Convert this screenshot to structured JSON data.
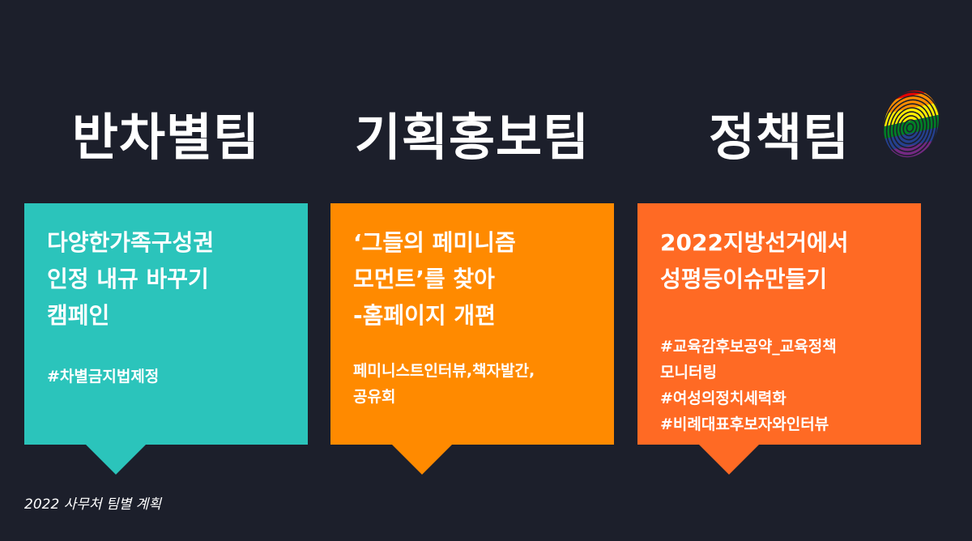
{
  "teams": [
    {
      "title": "반차별팀",
      "color": "#2bc4bb",
      "heading_lines": [
        "다양한가족구성권",
        "인정 내규 바꾸기",
        "캠페인"
      ],
      "tag_lines": [
        "#차별금지법제정"
      ]
    },
    {
      "title": "기획홍보팀",
      "color": "#ff8a00",
      "heading_lines": [
        "‘그들의 페미니즘",
        "모먼트’를 찾아",
        "-홈페이지 개편"
      ],
      "tag_lines": [
        "페미니스트인터뷰,책자발간,",
        "공유회"
      ]
    },
    {
      "title": "정책팀",
      "color": "#ff6a24",
      "heading_lines": [
        "2022지방선거에서",
        "성평등이슈만들기"
      ],
      "tag_lines": [
        "#교육감후보공약_교육정책",
        "모니터링",
        "#여성의정치세력화",
        "#비례대표후보자와인터뷰"
      ]
    }
  ],
  "footer": "2022 사무처 팀별 계획",
  "decoration": {
    "icon": "rainbow-fingerprint-icon",
    "colors": [
      "#e40303",
      "#ff8c00",
      "#ffed00",
      "#008026",
      "#24408e",
      "#732982"
    ]
  }
}
